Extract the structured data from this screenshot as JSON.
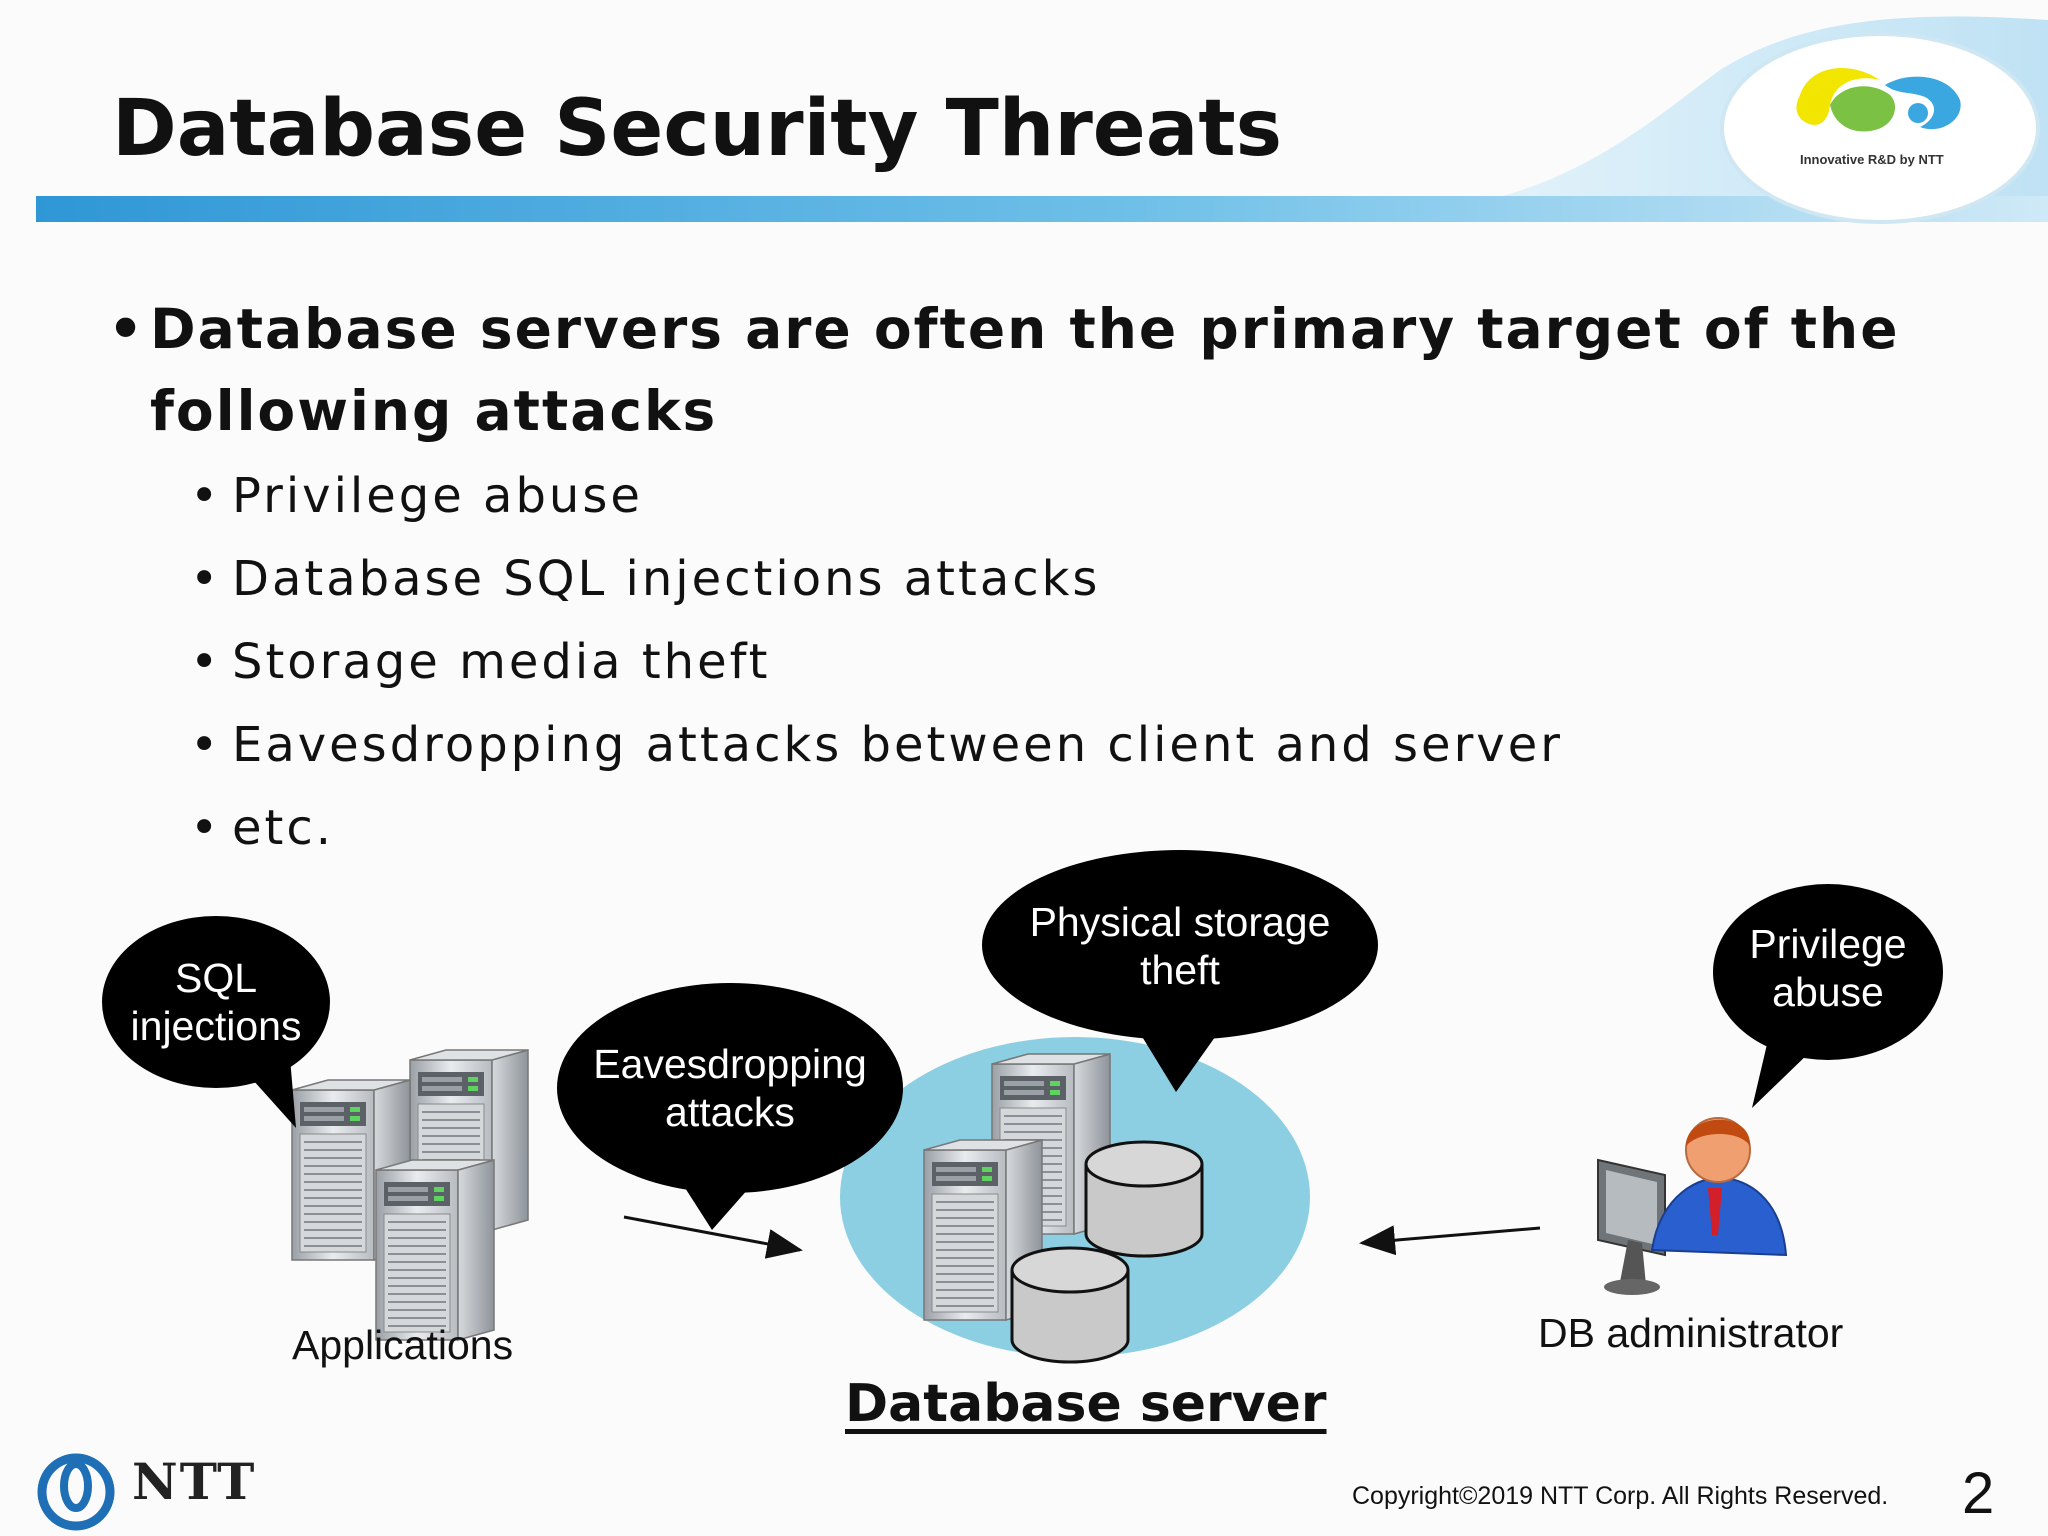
{
  "slide": {
    "title": "Database Security Threats",
    "brand_tagline": "Innovative R&D by NTT",
    "main_bullet": "Database servers are often the primary target of the following attacks",
    "sub_bullets": [
      "Privilege abuse",
      "Database SQL injections attacks",
      "Storage media theft",
      "Eavesdropping attacks between client and server",
      "etc."
    ],
    "bullet_glyph": "•"
  },
  "diagram": {
    "bubbles": {
      "sql": [
        "SQL",
        "injections"
      ],
      "eavesdrop": [
        "Eavesdropping",
        "attacks"
      ],
      "physical": [
        "Physical storage",
        "theft"
      ],
      "privilege": [
        "Privilege",
        "abuse"
      ]
    },
    "labels": {
      "applications": "Applications",
      "db_admin": "DB administrator",
      "db_server": "Database server"
    }
  },
  "footer": {
    "company_logo": "NTT",
    "copyright": "Copyright©2019  NTT Corp. All Rights Reserved.",
    "page_number": "2"
  },
  "colors": {
    "header_bar": "#3aa3dd",
    "server_ellipse": "#8ccfe2",
    "bubble": "#000000",
    "ntt_blue": "#1e6fb5",
    "admin_shirt": "#2a5fd0"
  }
}
